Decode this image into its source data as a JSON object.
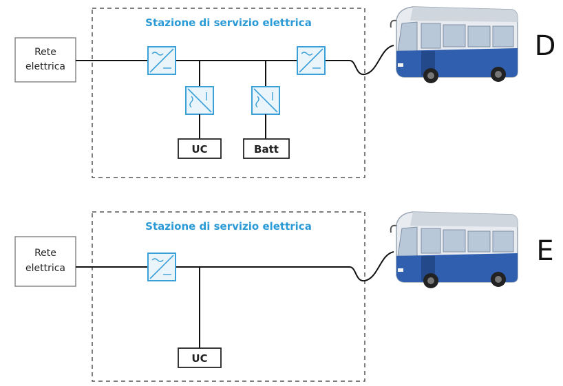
{
  "colors": {
    "converter": "#3aa0d8",
    "converter_fill": "#eaf5fb",
    "wire": "#111111",
    "dashed_border": "#555555",
    "station_label": "#2a9ad6",
    "bus_blue": "#2f5fae",
    "bus_body": "#e8ecf1"
  },
  "icons": [
    "converter-icon",
    "bus-icon"
  ],
  "diagram_d": {
    "grid_label": "Rete elettrica",
    "station_label": "Stazione di servizio elettrica",
    "storage_1": "UC",
    "storage_2": "Batt",
    "config_letter": "D"
  },
  "diagram_e": {
    "grid_label": "Rete elettrica",
    "station_label": "Stazione di servizio elettrica",
    "storage_1": "UC",
    "config_letter": "E"
  }
}
